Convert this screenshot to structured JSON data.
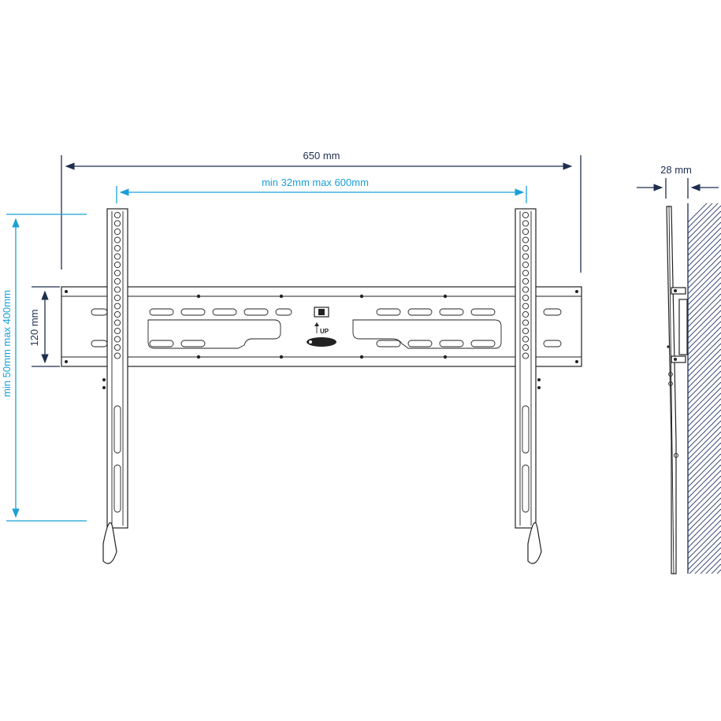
{
  "dimensions": {
    "overall_width": "650 mm",
    "arm_spacing": "min 32mm max 600mm",
    "plate_height": "120 mm",
    "arm_height": "min 50mm max 400mm",
    "depth": "28 mm"
  },
  "plate": {
    "up_label": "UP"
  },
  "colors": {
    "dimension_dark": "#1f2f4f",
    "dimension_cyan": "#1aa0d8",
    "outline": "#222222",
    "wall_hatch": "#2a3a66"
  }
}
